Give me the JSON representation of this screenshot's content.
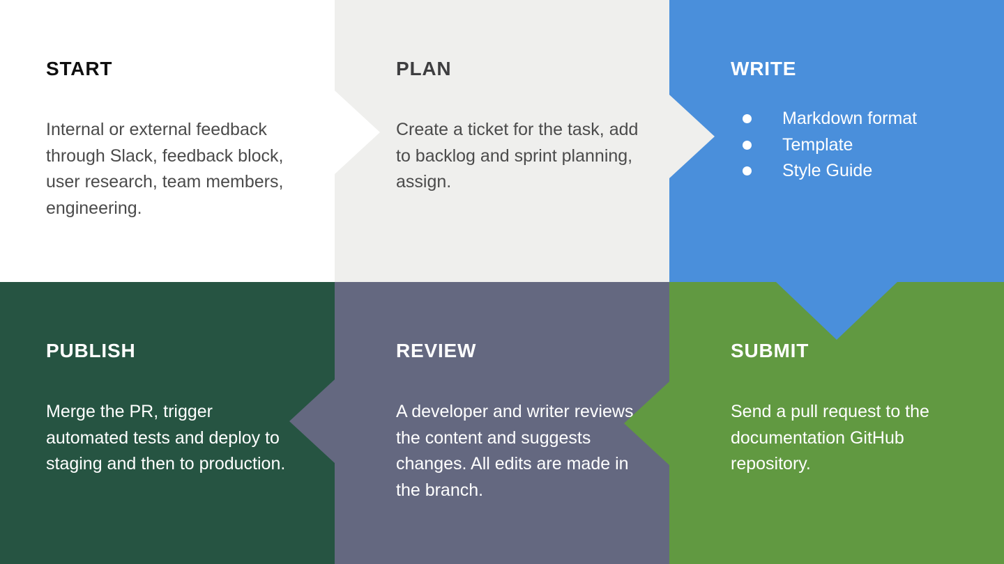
{
  "steps": {
    "start": {
      "title": "START",
      "description": "Internal or external feedback through Slack, feedback block, user research, team members, engineering."
    },
    "plan": {
      "title": "PLAN",
      "description": "Create a ticket for the task, add to backlog and sprint planning, assign."
    },
    "write": {
      "title": "WRITE",
      "bullets": [
        "Markdown format",
        "Template",
        "Style Guide"
      ]
    },
    "submit": {
      "title": "SUBMIT",
      "description": "Send a pull request to the documentation GitHub repository."
    },
    "review": {
      "title": "REVIEW",
      "description": "A developer and writer reviews the content and suggests changes. All edits are made in the branch."
    },
    "publish": {
      "title": "PUBLISH",
      "description": "Merge the PR, trigger automated tests and deploy to staging and then to production."
    }
  },
  "arrows": [
    {
      "from": "START",
      "to": "PLAN",
      "direction": "right"
    },
    {
      "from": "PLAN",
      "to": "WRITE",
      "direction": "right"
    },
    {
      "from": "WRITE",
      "to": "SUBMIT",
      "direction": "down"
    },
    {
      "from": "SUBMIT",
      "to": "REVIEW",
      "direction": "left"
    },
    {
      "from": "REVIEW",
      "to": "PUBLISH",
      "direction": "left"
    }
  ],
  "palette": {
    "start_bg": "#ffffff",
    "plan_bg": "#efefed",
    "write_bg": "#4a8fdb",
    "publish_bg": "#265442",
    "review_bg": "#646880",
    "submit_bg": "#619941",
    "title_black": "#0f0f0f",
    "title_gray": "#3e3e40",
    "body_dark": "#4b4b4b",
    "text_light": "#ffffff"
  }
}
